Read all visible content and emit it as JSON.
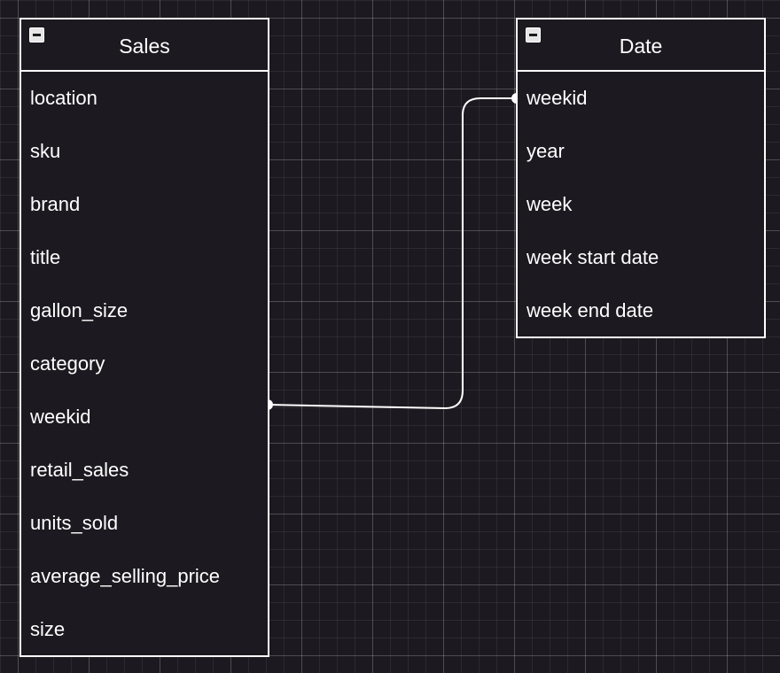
{
  "tables": {
    "sales": {
      "title": "Sales",
      "fields": [
        "location",
        "sku",
        "brand",
        "title",
        "gallon_size",
        "category",
        "weekid",
        "retail_sales",
        "units_sold",
        "average_selling_price",
        "size"
      ]
    },
    "date": {
      "title": "Date",
      "fields": [
        "weekid",
        "year",
        "week",
        "week start date",
        "week end date"
      ]
    }
  },
  "relationship": {
    "from_table": "Sales",
    "from_field": "weekid",
    "to_table": "Date",
    "to_field": "weekid"
  },
  "colors": {
    "background": "#1c1a20",
    "line": "#ffffff",
    "text": "#ffffff"
  }
}
